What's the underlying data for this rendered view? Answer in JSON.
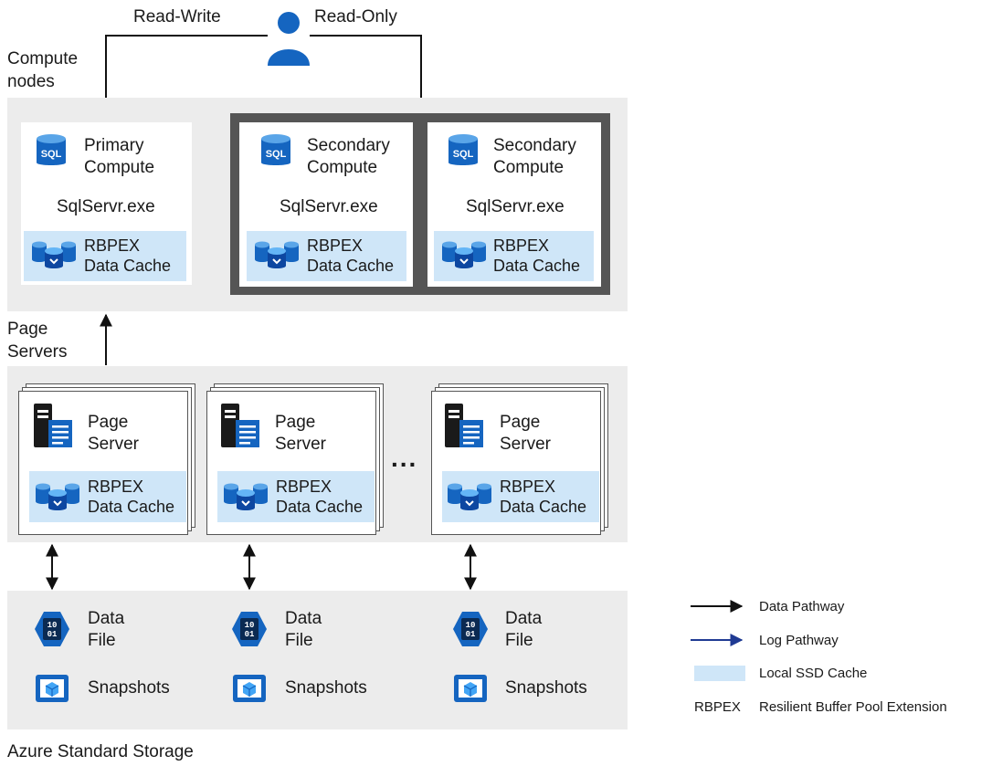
{
  "user": {
    "read_write": "Read-Write",
    "read_only": "Read-Only",
    "icon": "user-icon"
  },
  "sections": {
    "compute_nodes": "Compute\nnodes",
    "page_servers": "Page\nServers",
    "azure_storage": "Azure Standard Storage"
  },
  "compute": [
    {
      "title": "Primary\nCompute",
      "exe": "SqlServr.exe",
      "cache": "RBPEX\nData Cache",
      "icon": "sql-database-icon"
    },
    {
      "title": "Secondary\nCompute",
      "exe": "SqlServr.exe",
      "cache": "RBPEX\nData Cache",
      "icon": "sql-database-icon"
    },
    {
      "title": "Secondary\nCompute",
      "exe": "SqlServr.exe",
      "cache": "RBPEX\nData Cache",
      "icon": "sql-database-icon"
    }
  ],
  "page_servers": [
    {
      "title": "Page\nServer",
      "cache": "RBPEX\nData Cache",
      "icon": "server-icon"
    },
    {
      "title": "Page\nServer",
      "cache": "RBPEX\nData Cache",
      "icon": "server-icon"
    },
    {
      "title": "Page\nServer",
      "cache": "RBPEX\nData Cache",
      "icon": "server-icon"
    }
  ],
  "ellipsis": "...",
  "storage": [
    {
      "data_file": "Data\nFile",
      "snapshots": "Snapshots"
    },
    {
      "data_file": "Data\nFile",
      "snapshots": "Snapshots"
    },
    {
      "data_file": "Data\nFile",
      "snapshots": "Snapshots"
    }
  ],
  "binary_glyph": "10\n01",
  "legend": {
    "data_pathway": "Data Pathway",
    "log_pathway": "Log Pathway",
    "local_ssd": "Local SSD Cache",
    "rbpex_abbr": "RBPEX",
    "rbpex_full": "Resilient Buffer Pool Extension"
  },
  "colors": {
    "band": "#ececec",
    "cache": "#cfe6f8",
    "accent_blue": "#1565c0",
    "log_arrow": "#1f3a93",
    "frame": "#555555"
  }
}
